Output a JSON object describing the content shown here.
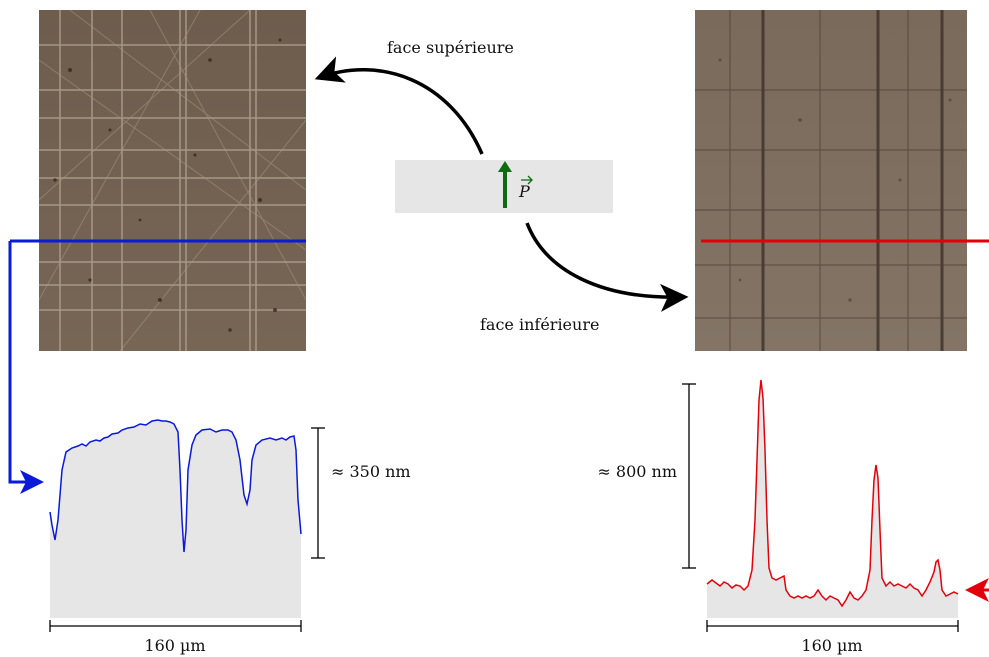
{
  "labels": {
    "face_top": "face supérieure",
    "face_bottom": "face inférieure",
    "vector_symbol": "P",
    "left_height": "≈ 350 nm",
    "right_height": "≈ 800 nm",
    "left_width": "160 µm",
    "right_width": "160 µm"
  },
  "colors": {
    "left_profile": "#0a1ad6",
    "right_profile": "#e3000b",
    "polarization": "#0f6b0f",
    "fill": "#e6e6e6",
    "micrograph_top": "#6d5a4b",
    "micrograph_bottom": "#7d6d5f"
  },
  "profiles": {
    "left_depth_nm": 350,
    "right_height_nm": 800,
    "width_um": 160
  }
}
